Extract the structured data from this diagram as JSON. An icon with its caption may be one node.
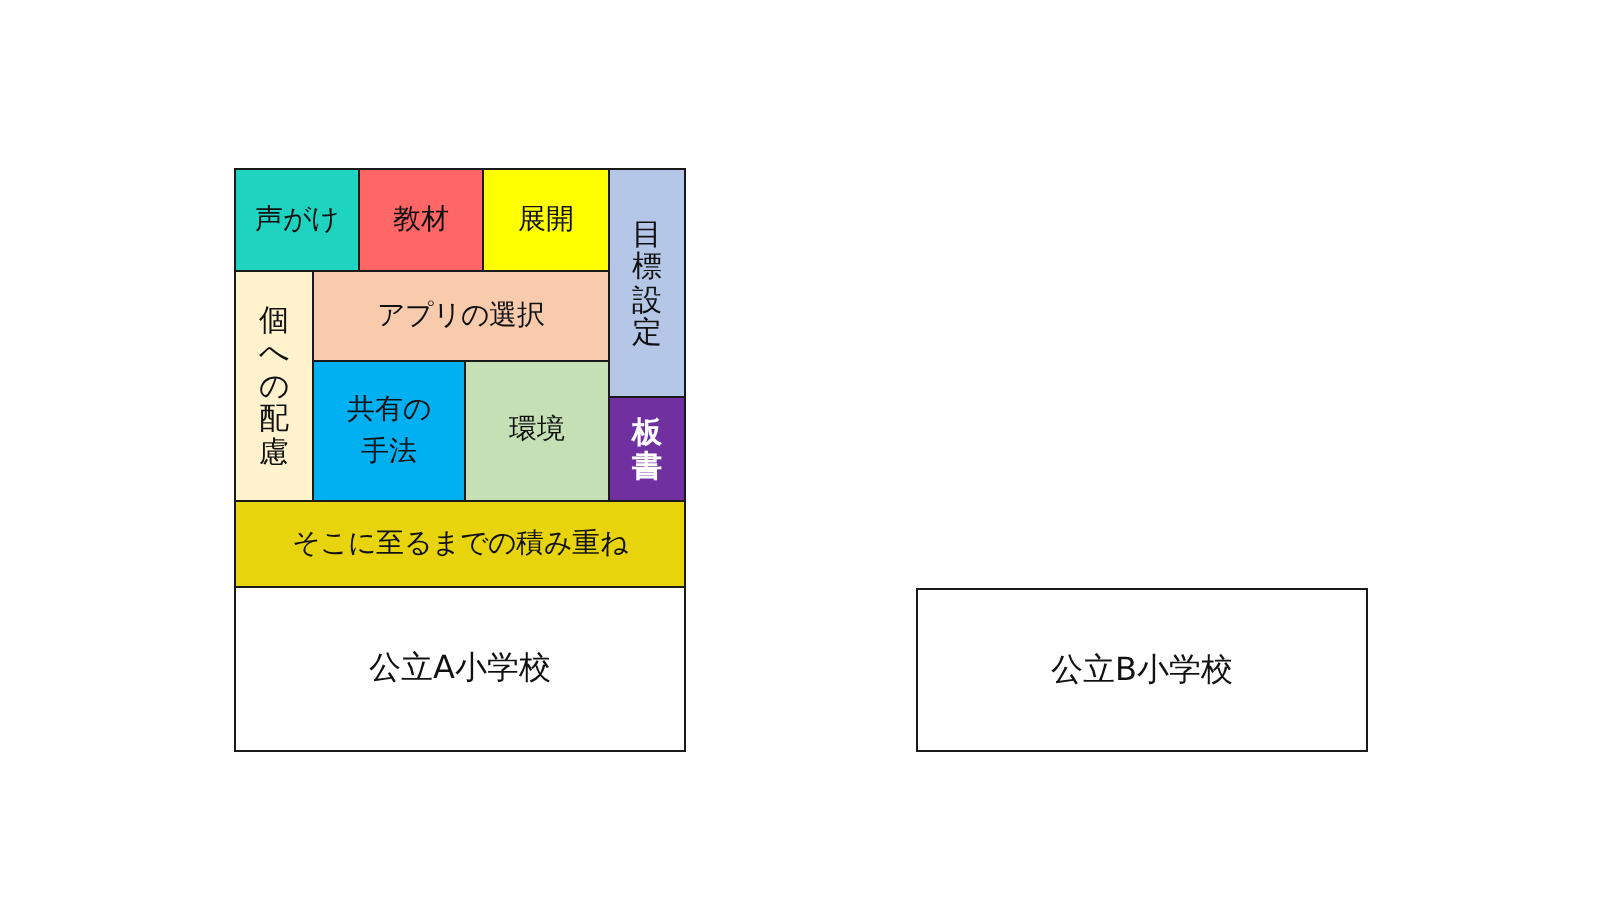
{
  "diagram": {
    "nodes": [
      {
        "text": [
          "声がけ"
        ]
      },
      {
        "text": [
          "教材"
        ]
      },
      {
        "text": [
          "展開"
        ]
      },
      {
        "text": [
          "目標設定"
        ]
      },
      {
        "text": [
          "個への配慮"
        ]
      },
      {
        "text": [
          "アプリの選択"
        ]
      },
      {
        "text": [
          "共有の手法"
        ]
      },
      {
        "text": [
          "環境"
        ]
      },
      {
        "text": [
          "板書"
        ]
      },
      {
        "text": [
          "そこに至るまでの積み重ね"
        ]
      },
      {
        "text": [
          "公立A小学校"
        ]
      },
      {
        "text": [
          "公立B小学校"
        ]
      }
    ]
  }
}
